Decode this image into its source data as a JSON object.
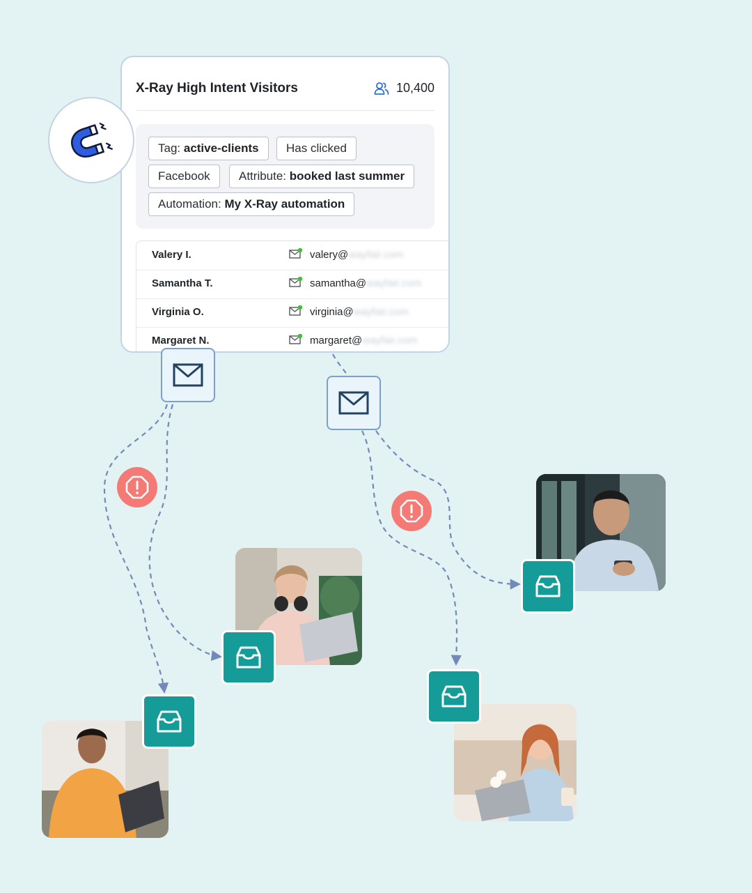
{
  "card": {
    "title": "X-Ray High Intent Visitors",
    "count": "10,400",
    "icon": "users-icon"
  },
  "chips": [
    {
      "prefix": "Tag: ",
      "value": "active-clients"
    },
    {
      "prefix": "Has clicked",
      "value": ""
    },
    {
      "prefix": "Facebook",
      "value": ""
    },
    {
      "prefix": "Attribute: ",
      "value": "booked last summer"
    },
    {
      "prefix": "Automation: ",
      "value": "My X-Ray automation"
    }
  ],
  "contacts": [
    {
      "name": "Valery I.",
      "email_user": "valery@",
      "email_domain": "wayfair.com"
    },
    {
      "name": "Samantha T.",
      "email_user": "samantha@",
      "email_domain": "wayfair.com"
    },
    {
      "name": "Virginia O.",
      "email_user": "virginia@",
      "email_domain": "wayfair.com"
    },
    {
      "name": "Margaret N.",
      "email_user": "margaret@",
      "email_domain": "wayfair.com"
    }
  ],
  "colors": {
    "background": "#e3f2f3",
    "teal": "#169c98",
    "warning": "#f47a76",
    "dashed_line": "#7389b8",
    "magnet_blue": "#2f5de0",
    "online_dot": "#3cc13b"
  },
  "icons": {
    "magnet": "magnet-icon",
    "envelope": "envelope-icon",
    "inbox": "inbox-icon",
    "warning": "warning-icon"
  }
}
